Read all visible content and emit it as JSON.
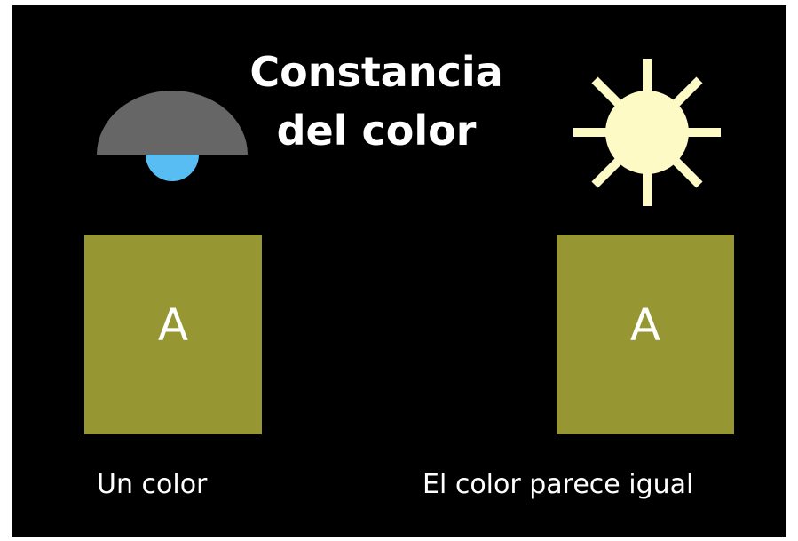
{
  "title": {
    "line1": "Constancia",
    "line2": "del color"
  },
  "left_panel": {
    "icon": "lamp-icon",
    "lamp_shade_color": "#666666",
    "bulb_color": "#58bdf2",
    "box_letter": "A",
    "caption": "Un color"
  },
  "right_panel": {
    "icon": "sun-icon",
    "sun_color": "#fdfac6",
    "box_letter": "A",
    "caption": "El color parece igual"
  },
  "colors": {
    "background": "#000000",
    "box_fill": "#969632",
    "text": "#ffffff"
  }
}
